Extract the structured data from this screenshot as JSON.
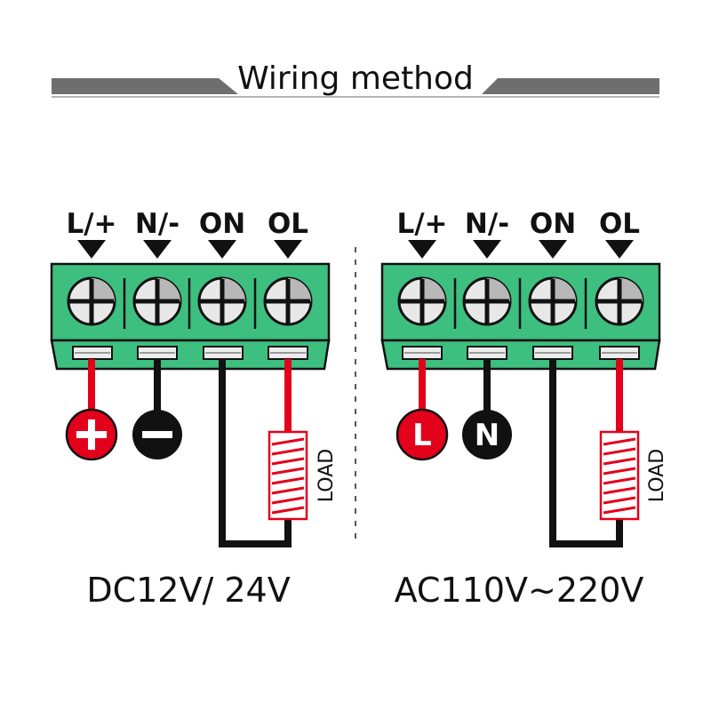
{
  "title": "Wiring method",
  "colors": {
    "block_green": "#3dbf7f",
    "wire_red": "#e3001b",
    "wire_black": "#111111",
    "banner_gray": "#6e6e6e"
  },
  "left_panel": {
    "terminals": [
      {
        "label": "L/+",
        "wire": "red"
      },
      {
        "label": "N/-",
        "wire": "black"
      },
      {
        "label": "ON",
        "wire": "black"
      },
      {
        "label": "OL",
        "wire": "red"
      }
    ],
    "supply_symbols": [
      "+",
      "−"
    ],
    "load_label": "LOAD",
    "voltage": "DC12V/ 24V"
  },
  "right_panel": {
    "terminals": [
      {
        "label": "L/+",
        "wire": "red"
      },
      {
        "label": "N/-",
        "wire": "black"
      },
      {
        "label": "ON",
        "wire": "black"
      },
      {
        "label": "OL",
        "wire": "red"
      }
    ],
    "supply_symbols": [
      "L",
      "N"
    ],
    "load_label": "LOAD",
    "voltage": "AC110V~220V"
  }
}
